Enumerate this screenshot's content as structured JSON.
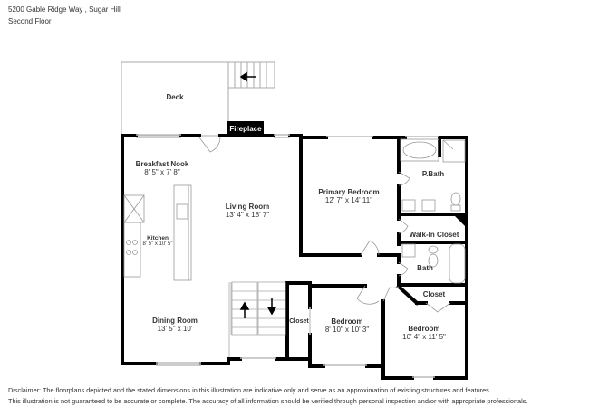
{
  "header": {
    "address": "5200 Gable Ridge Way , Sugar Hill",
    "floor": "Second Floor"
  },
  "rooms": {
    "deck": {
      "name": "Deck"
    },
    "fireplace": {
      "name": "Fireplace"
    },
    "breakfast_nook": {
      "name": "Breakfast Nook",
      "dims": "8' 5\" x 7' 8\""
    },
    "living_room": {
      "name": "Living Room",
      "dims": "13' 4\" x 18' 7\""
    },
    "kitchen": {
      "name": "Kitchen",
      "dims": "8' 5\" x 10' 5\""
    },
    "dining_room": {
      "name": "Dining Room",
      "dims": "13' 5\" x 10'"
    },
    "primary_bedroom": {
      "name": "Primary Bedroom",
      "dims": "12' 7\" x 14' 11\""
    },
    "p_bath": {
      "name": "P.Bath"
    },
    "walk_in_closet": {
      "name": "Walk-In Closet"
    },
    "bath": {
      "name": "Bath"
    },
    "closet_stair": {
      "name": "Closet"
    },
    "bedroom_2": {
      "name": "Bedroom",
      "dims": "8' 10\" x 10' 3\""
    },
    "closet_bed3": {
      "name": "Closet"
    },
    "bedroom_3": {
      "name": "Bedroom",
      "dims": "10' 4\" x 11' 5\""
    }
  },
  "stairs": {
    "deck_arrow": "←",
    "up_arrow": "↑",
    "down_arrow": "↓"
  },
  "disclaimer": {
    "line1": "Disclaimer: The floorplans depicted and the stated dimensions in this illustration are indicative only and serve as an approximation of existing structures and features.",
    "line2": "This illustration is not guaranteed to be accurate or complete. The accuracy of all information should be verified through personal inspection and/or with appropriate professionals."
  },
  "colors": {
    "wall": "#000000",
    "thin_line": "#999999",
    "window": "#cccccc"
  }
}
